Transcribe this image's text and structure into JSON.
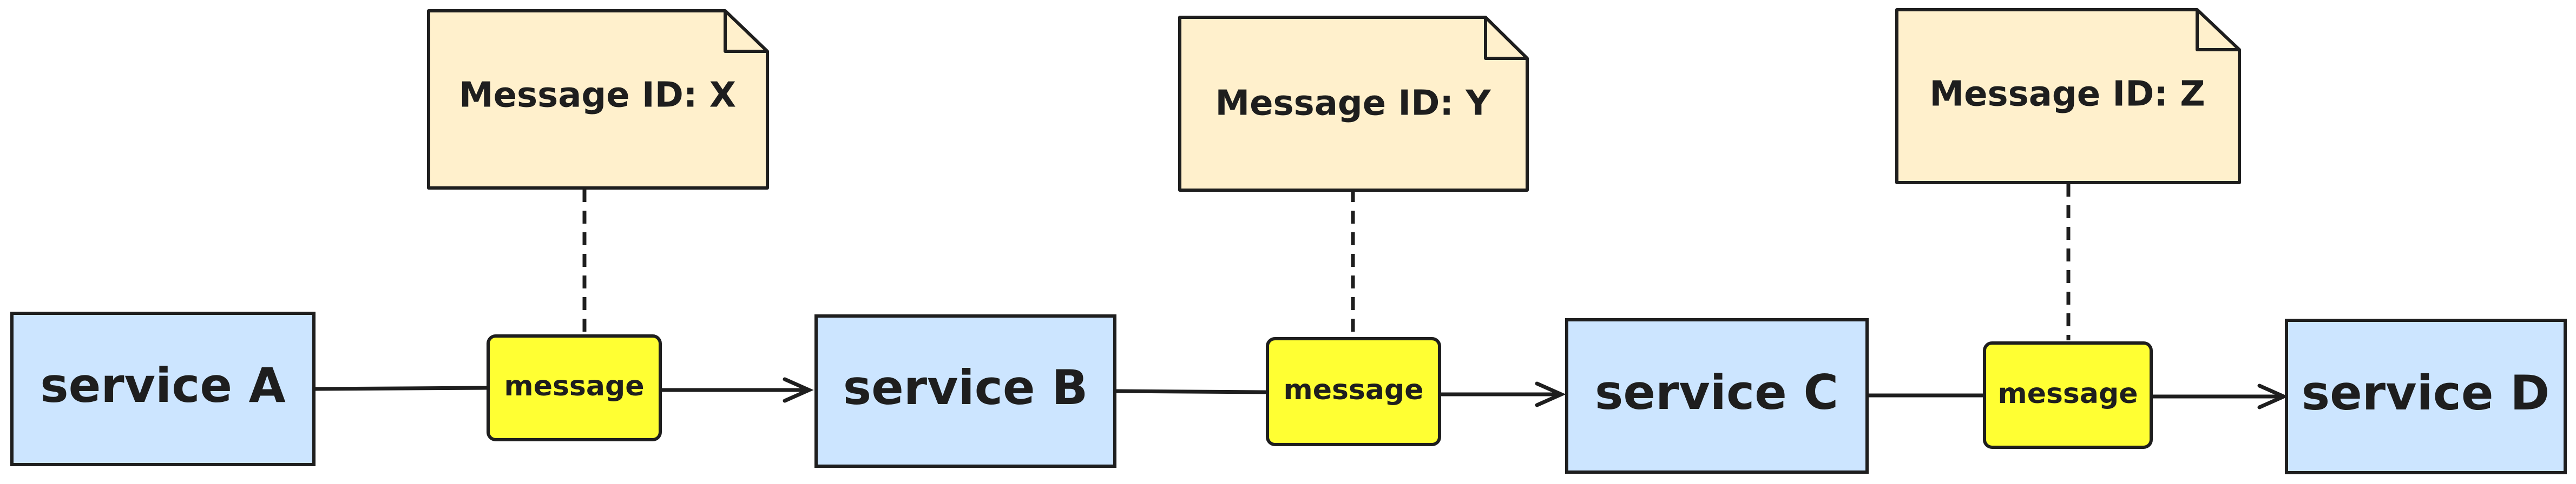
{
  "colors": {
    "service_fill": "#cce5ff",
    "message_fill": "#ffff33",
    "note_fill": "#fff0cc",
    "stroke": "#1e1e1e",
    "background": "#ffffff"
  },
  "services": [
    {
      "label": "service A"
    },
    {
      "label": "service B"
    },
    {
      "label": "service C"
    },
    {
      "label": "service D"
    }
  ],
  "messages": [
    {
      "label": "message"
    },
    {
      "label": "message"
    },
    {
      "label": "message"
    }
  ],
  "notes": [
    {
      "label": "Message ID: X"
    },
    {
      "label": "Message ID: Y"
    },
    {
      "label": "Message ID: Z"
    }
  ]
}
